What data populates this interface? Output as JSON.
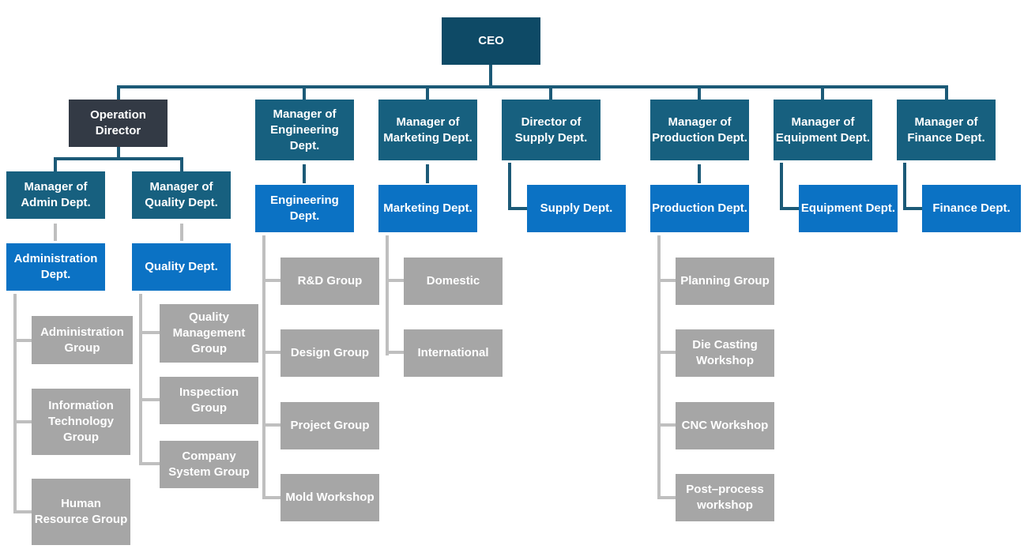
{
  "ceo": "CEO",
  "operation_director": "Operation\nDirector",
  "admin_manager": "Manager of\nAdmin Dept.",
  "quality_manager": "Manager of\nQuality Dept.",
  "admin_dept": "Administration\nDept.",
  "quality_dept": "Quality Dept.",
  "admin_groups": [
    "Administration\nGroup",
    "Information\nTechnology\nGroup",
    "Human\nResource Group"
  ],
  "quality_groups": [
    "Quality\nManagement\nGroup",
    "Inspection\nGroup",
    "Company\nSystem Group"
  ],
  "engineering_manager": "Manager of\nEngineering\nDept.",
  "engineering_dept": "Engineering\nDept.",
  "engineering_groups": [
    "R&D Group",
    "Design Group",
    "Project Group",
    "Mold Workshop"
  ],
  "marketing_manager": "Manager of\nMarketing Dept.",
  "marketing_dept": "Marketing Dept.",
  "marketing_groups": [
    "Domestic",
    "International"
  ],
  "supply_director": "Director of\nSupply Dept.",
  "supply_dept": "Supply Dept.",
  "production_manager": "Manager of\nProduction Dept.",
  "production_dept": "Production Dept.",
  "production_groups": [
    "Planning Group",
    "Die Casting\nWorkshop",
    "CNC Workshop",
    "Post–process\nworkshop"
  ],
  "equipment_manager": "Manager of\nEquipment Dept.",
  "equipment_dept": "Equipment Dept.",
  "finance_manager": "Manager of\nFinance Dept.",
  "finance_dept": "Finance Dept.",
  "colors": {
    "ceo": "#0e4a66",
    "manager": "#17607f",
    "operation_director": "#333a45",
    "department": "#0b72c4",
    "group": "#a6a6a6",
    "connector_dark": "#1c5a77",
    "connector_grey": "#bfbfbf"
  }
}
